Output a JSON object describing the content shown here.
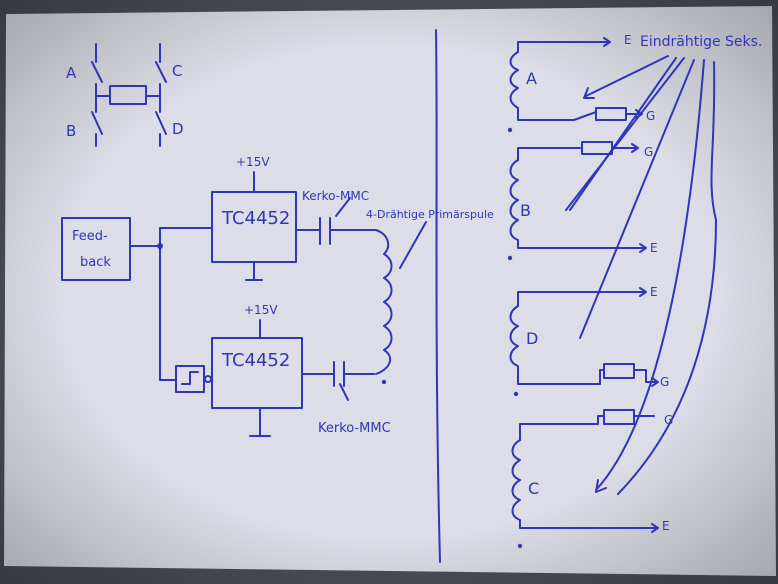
{
  "colors": {
    "paper": "#dcdde6",
    "ink": "#2f36b8",
    "background": "#4a4d55"
  },
  "switch_labels": {
    "a": "A",
    "b": "B",
    "c": "C",
    "d": "D"
  },
  "feedback": {
    "line1": "Feed-",
    "line2": "back"
  },
  "top_driver": {
    "label": "TC4452",
    "supply": "+15V"
  },
  "bottom_driver": {
    "label": "TC4452",
    "supply": "+15V"
  },
  "capacitor_top_label": "Kerko-MMC",
  "capacitor_bottom_label": "Kerko-MMC",
  "primary_label": "4-Drähtige Primärspule",
  "secondary_title": "Eindrähtige Seks.",
  "windings": [
    {
      "name": "A",
      "terminals": [
        "E",
        "G"
      ]
    },
    {
      "name": "B",
      "terminals": [
        "G",
        "E"
      ]
    },
    {
      "name": "D",
      "terminals": [
        "E",
        "G"
      ]
    },
    {
      "name": "C",
      "terminals": [
        "G",
        "E"
      ]
    }
  ]
}
